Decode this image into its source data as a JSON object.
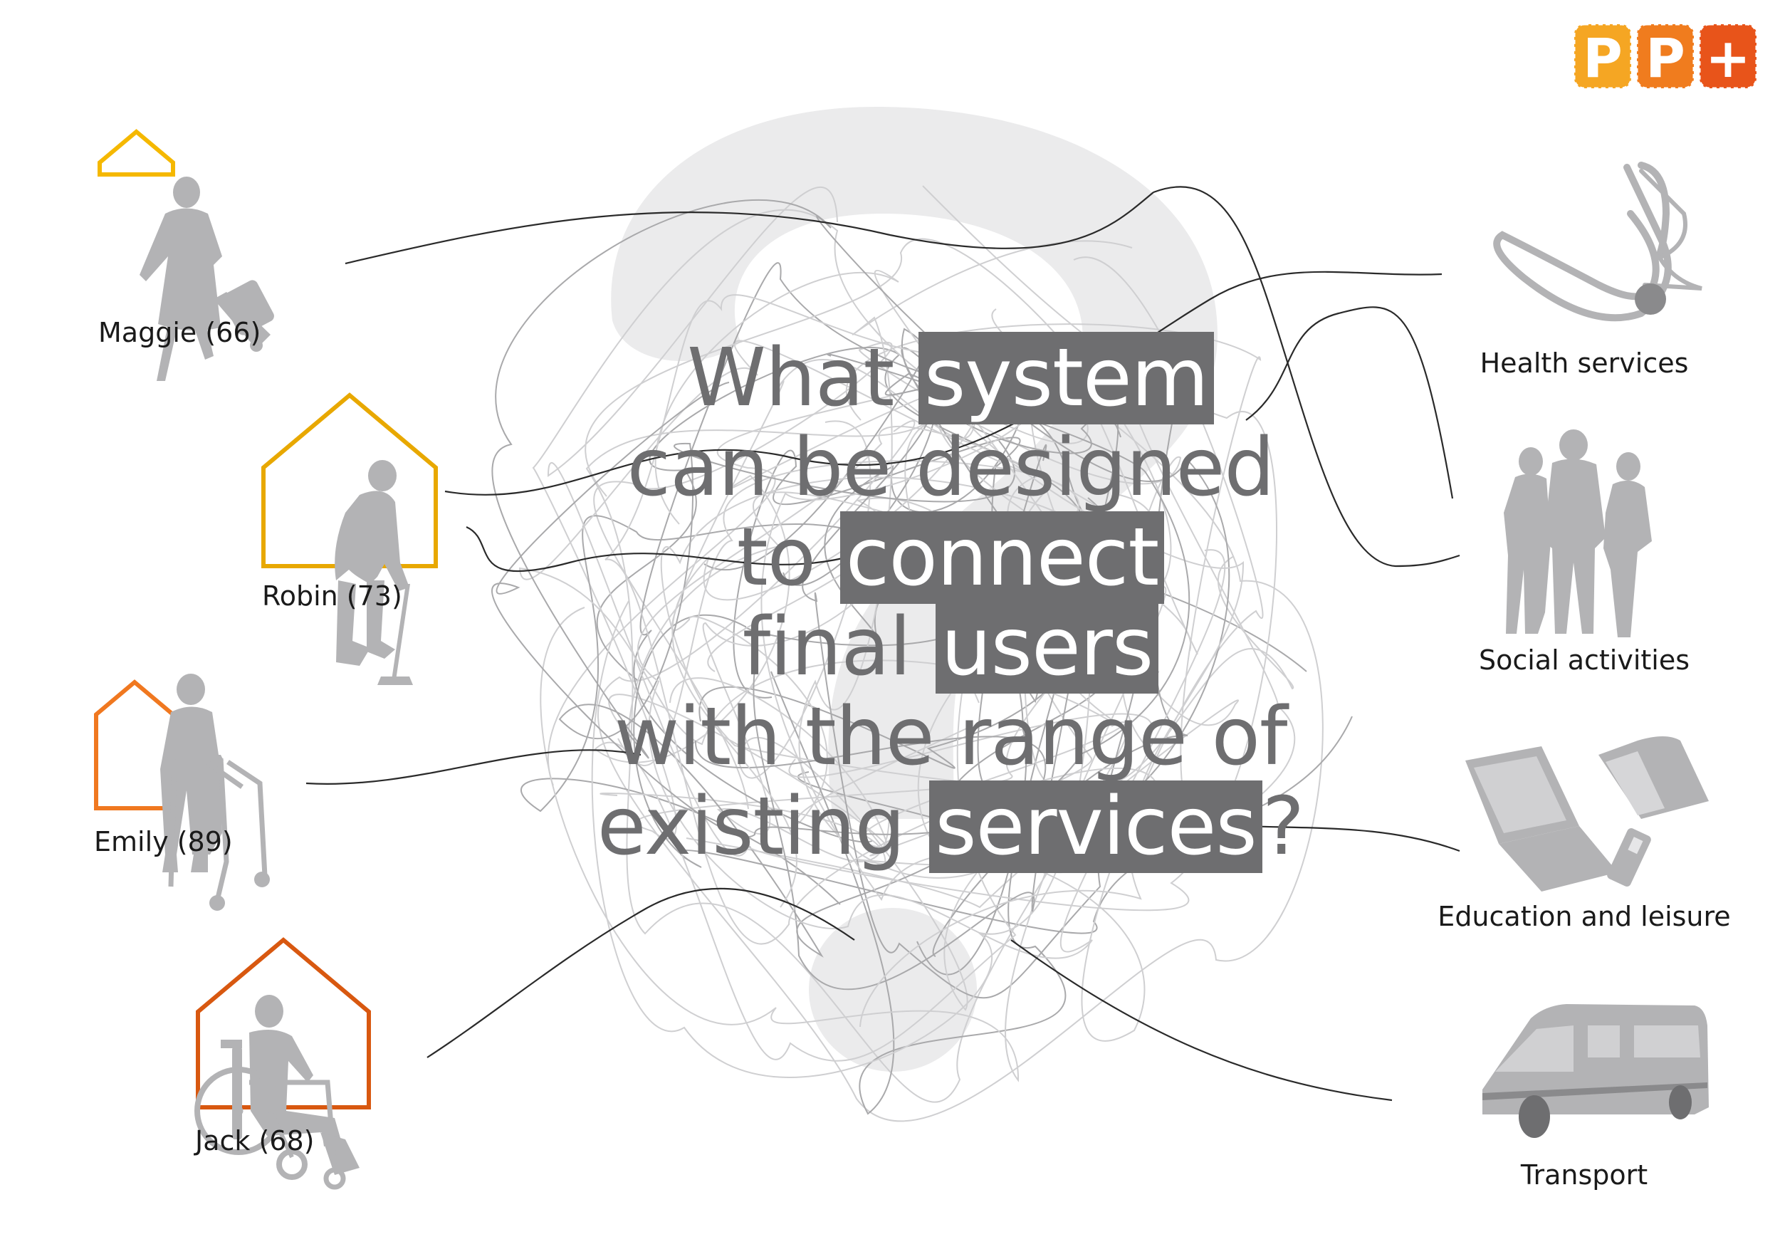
{
  "question": {
    "lines": [
      [
        {
          "t": "What "
        },
        {
          "t": "system",
          "hl": true
        }
      ],
      [
        {
          "t": "can be designed"
        }
      ],
      [
        {
          "t": "to "
        },
        {
          "t": "connect",
          "hl": true
        }
      ],
      [
        {
          "t": "final "
        },
        {
          "t": "users",
          "hl": true
        }
      ],
      [
        {
          "t": "with the range of"
        }
      ],
      [
        {
          "t": "existing "
        },
        {
          "t": "services",
          "hl": true
        },
        {
          "t": "?"
        }
      ]
    ]
  },
  "users": [
    {
      "name": "Maggie (66)",
      "color": "#f5b800",
      "icon": "elderly-woman-trolley-icon"
    },
    {
      "name": "Robin (73)",
      "color": "#e8a800",
      "icon": "elderly-man-cane-icon"
    },
    {
      "name": "Emily (89)",
      "color": "#f07820",
      "icon": "elderly-woman-walker-icon"
    },
    {
      "name": "Jack (68)",
      "color": "#d85810",
      "icon": "elderly-man-wheelchair-icon"
    }
  ],
  "services": [
    {
      "name": "Health services",
      "icon": "stethoscope-icon"
    },
    {
      "name": "Social activities",
      "icon": "people-group-icon"
    },
    {
      "name": "Education and leisure",
      "icon": "laptop-book-phone-icon"
    },
    {
      "name": "Transport",
      "icon": "van-icon"
    }
  ],
  "logo": {
    "letters": [
      "P",
      "P",
      "+"
    ],
    "colors": [
      "#f5a623",
      "#f07c1e",
      "#e8541a"
    ]
  },
  "colors": {
    "silhouette": "#b3b3b5",
    "bg_question_mark": "#ebebec",
    "text_grey": "#6e6e70"
  }
}
